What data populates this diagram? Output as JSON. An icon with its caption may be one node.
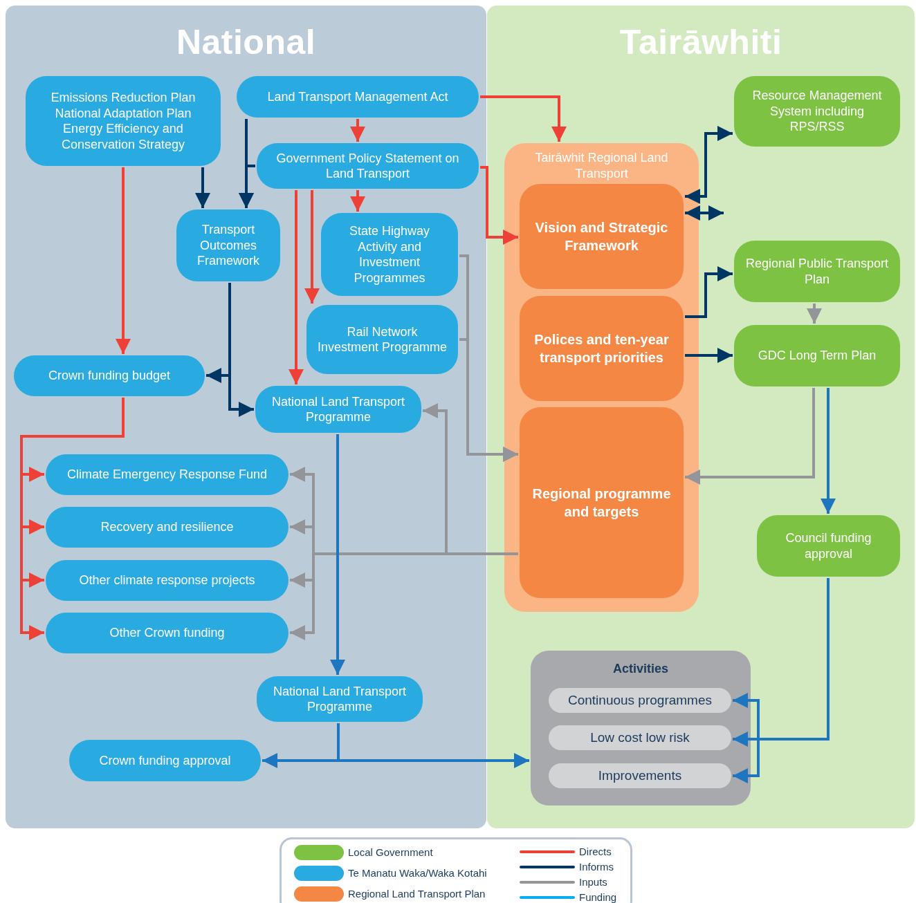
{
  "diagram": {
    "nodes": [
      {
        "text": [
          "National"
        ]
      },
      {
        "text": [
          "Tairāwhiti"
        ]
      },
      {
        "text": [
          "Emissions Reduction Plan National Adaptation Plan Energy Efficiency and Conservation Strategy"
        ],
        "in": 0
      },
      {
        "text": [
          "Land Transport Management Act"
        ],
        "in": 0
      },
      {
        "text": [
          "Government Policy Statement on Land Transport"
        ],
        "in": 0
      },
      {
        "text": [
          "Transport Outcomes Framework"
        ],
        "in": 0
      },
      {
        "text": [
          "State Highway Activity and Investment Programmes"
        ],
        "in": 0
      },
      {
        "text": [
          "Rail Network Investment Programme"
        ],
        "in": 0
      },
      {
        "text": [
          "Crown funding budget"
        ],
        "in": 0
      },
      {
        "text": [
          "National Land Transport Programme"
        ],
        "in": 0
      },
      {
        "text": [
          "Climate Emergency Response Fund"
        ],
        "in": 0
      },
      {
        "text": [
          "Recovery and resilience"
        ],
        "in": 0
      },
      {
        "text": [
          "Other climate response projects"
        ],
        "in": 0
      },
      {
        "text": [
          "Other Crown funding"
        ],
        "in": 0
      },
      {
        "text": [
          "National Land Transport Programme"
        ],
        "in": 0
      },
      {
        "text": [
          "Crown funding approval"
        ],
        "in": 0
      },
      {
        "text": [
          "Resource Management System including RPS/RSS"
        ],
        "in": 1
      },
      {
        "text": [
          "Tairāwhit Regional Land Transport"
        ],
        "in": 1
      },
      {
        "text": [
          "Vision and Strategic Framework"
        ],
        "in": 17
      },
      {
        "text": [
          "Polices and ten-year transport priorities"
        ],
        "in": 17
      },
      {
        "text": [
          "Regional programme and targets"
        ],
        "in": 17
      },
      {
        "text": [
          "Regional Public Transport Plan"
        ],
        "in": 1
      },
      {
        "text": [
          "GDC Long Term Plan"
        ],
        "in": 1
      },
      {
        "text": [
          "Council funding approval"
        ],
        "in": 1
      },
      {
        "text": [
          "Activities"
        ],
        "in": 1
      },
      {
        "text": [
          "Continuous programmes"
        ],
        "in": 24
      },
      {
        "text": [
          "Low cost low risk"
        ],
        "in": 24
      },
      {
        "text": [
          "Improvements"
        ],
        "in": 24
      }
    ],
    "edges": [
      {
        "from": 3,
        "to": 4,
        "arrow": "to"
      },
      {
        "from": 3,
        "to": 17,
        "arrow": "to"
      },
      {
        "from": 4,
        "to": 18,
        "arrow": "to"
      },
      {
        "from": 4,
        "to": 6,
        "arrow": "to"
      },
      {
        "from": 4,
        "to": 7,
        "arrow": "to"
      },
      {
        "from": 4,
        "to": 9,
        "arrow": "to"
      },
      {
        "from": 2,
        "to": 8,
        "arrow": "to"
      },
      {
        "from": 8,
        "to": 10,
        "arrow": "to"
      },
      {
        "from": 8,
        "to": 11,
        "arrow": "to"
      },
      {
        "from": 8,
        "to": 12,
        "arrow": "to"
      },
      {
        "from": 8,
        "to": 13,
        "arrow": "to"
      },
      {
        "from": 2,
        "to": 5,
        "arrow": "to",
        "color": "#003663"
      },
      {
        "from": 3,
        "to": 5,
        "arrow": "to",
        "color": "#003663"
      },
      {
        "from": 4,
        "to": 5,
        "arrow": "to",
        "color": "#003663"
      },
      {
        "from": 5,
        "to": 8,
        "arrow": "to",
        "color": "#003663"
      },
      {
        "from": 5,
        "to": 9,
        "arrow": "to",
        "color": "#003663"
      },
      {
        "from": 18,
        "to": 16,
        "arrow": "both",
        "color": "#003663"
      },
      {
        "from": 18,
        "to": null,
        "arrow": "both",
        "color": "#003663"
      },
      {
        "from": 19,
        "to": 21,
        "arrow": "to",
        "color": "#003663"
      },
      {
        "from": 19,
        "to": 22,
        "arrow": "to",
        "color": "#003663"
      },
      {
        "from": 6,
        "to": 20,
        "arrow": "to",
        "color": "#939598"
      },
      {
        "from": 7,
        "to": 20,
        "arrow": "to",
        "color": "#939598"
      },
      {
        "from": 20,
        "to": 9,
        "arrow": "to",
        "color": "#939598"
      },
      {
        "from": 20,
        "to": 10,
        "arrow": "to",
        "color": "#939598"
      },
      {
        "from": 20,
        "to": 11,
        "arrow": "to",
        "color": "#939598"
      },
      {
        "from": 20,
        "to": 12,
        "arrow": "to",
        "color": "#939598"
      },
      {
        "from": 20,
        "to": 13,
        "arrow": "to",
        "color": "#939598"
      },
      {
        "from": 21,
        "to": 22,
        "arrow": "to",
        "color": "#939598"
      },
      {
        "from": 22,
        "to": 20,
        "arrow": "to",
        "color": "#939598"
      },
      {
        "from": 9,
        "to": 14,
        "arrow": "to",
        "color": "#1e75c0"
      },
      {
        "from": 22,
        "to": 23,
        "arrow": "to",
        "color": "#1e75c0"
      },
      {
        "from": 23,
        "to": 25,
        "arrow": "to",
        "color": "#1e75c0"
      },
      {
        "from": 23,
        "to": 26,
        "arrow": "to",
        "color": "#1e75c0"
      },
      {
        "from": 23,
        "to": 27,
        "arrow": "to",
        "color": "#1e75c0"
      },
      {
        "from": 14,
        "to": 15,
        "arrow": "to",
        "color": "#1e75c0"
      },
      {
        "from": 14,
        "to": 24,
        "arrow": "to",
        "color": "#1e75c0"
      }
    ],
    "legend": [
      {
        "text": "Local Government",
        "color": "#7dc242"
      },
      {
        "text": "Te Manatu Waka/Waka Kotahi",
        "color": "#29abe2"
      },
      {
        "text": "Regional Land Transport Plan",
        "color": "#f48744"
      },
      {
        "text": "Directs"
      },
      {
        "text": "Informs"
      },
      {
        "text": "Inputs"
      },
      {
        "text": "Funding"
      }
    ]
  }
}
